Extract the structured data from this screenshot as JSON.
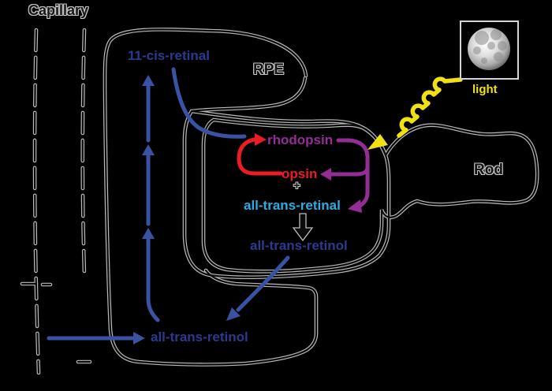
{
  "diagram": {
    "title_hint": "visual cycle of retinoids between capillary, RPE and rod photoreceptor",
    "regions": {
      "capillary": "Capillary",
      "rpe": "RPE",
      "rod": "Rod"
    },
    "molecules": {
      "cis_retinal": "11-cis-retinal",
      "rhodopsin": "rhodopsin",
      "opsin": "opsin",
      "plus": "+",
      "all_trans_retinal": "all-trans-retinal",
      "all_trans_retinol_outer_segment": "all-trans-retinol",
      "all_trans_retinol_rpe": "all-trans-retinol"
    },
    "light": {
      "label": "light",
      "source_icon": "full-moon"
    },
    "colors": {
      "background": "#000000",
      "blue_label": "#2a3b8f",
      "blue_arrow": "#3a52a3",
      "cyan_label": "#2fabe1",
      "purple": "#942d96",
      "red": "#ec1c24",
      "yellow": "#f0e112",
      "membrane_core": "#0b0b0b",
      "membrane_halo": "#b9b9b9",
      "dark_label": "#161616",
      "label_outline": "#c6c6c6",
      "moon_border": "#d4d4d4"
    }
  }
}
